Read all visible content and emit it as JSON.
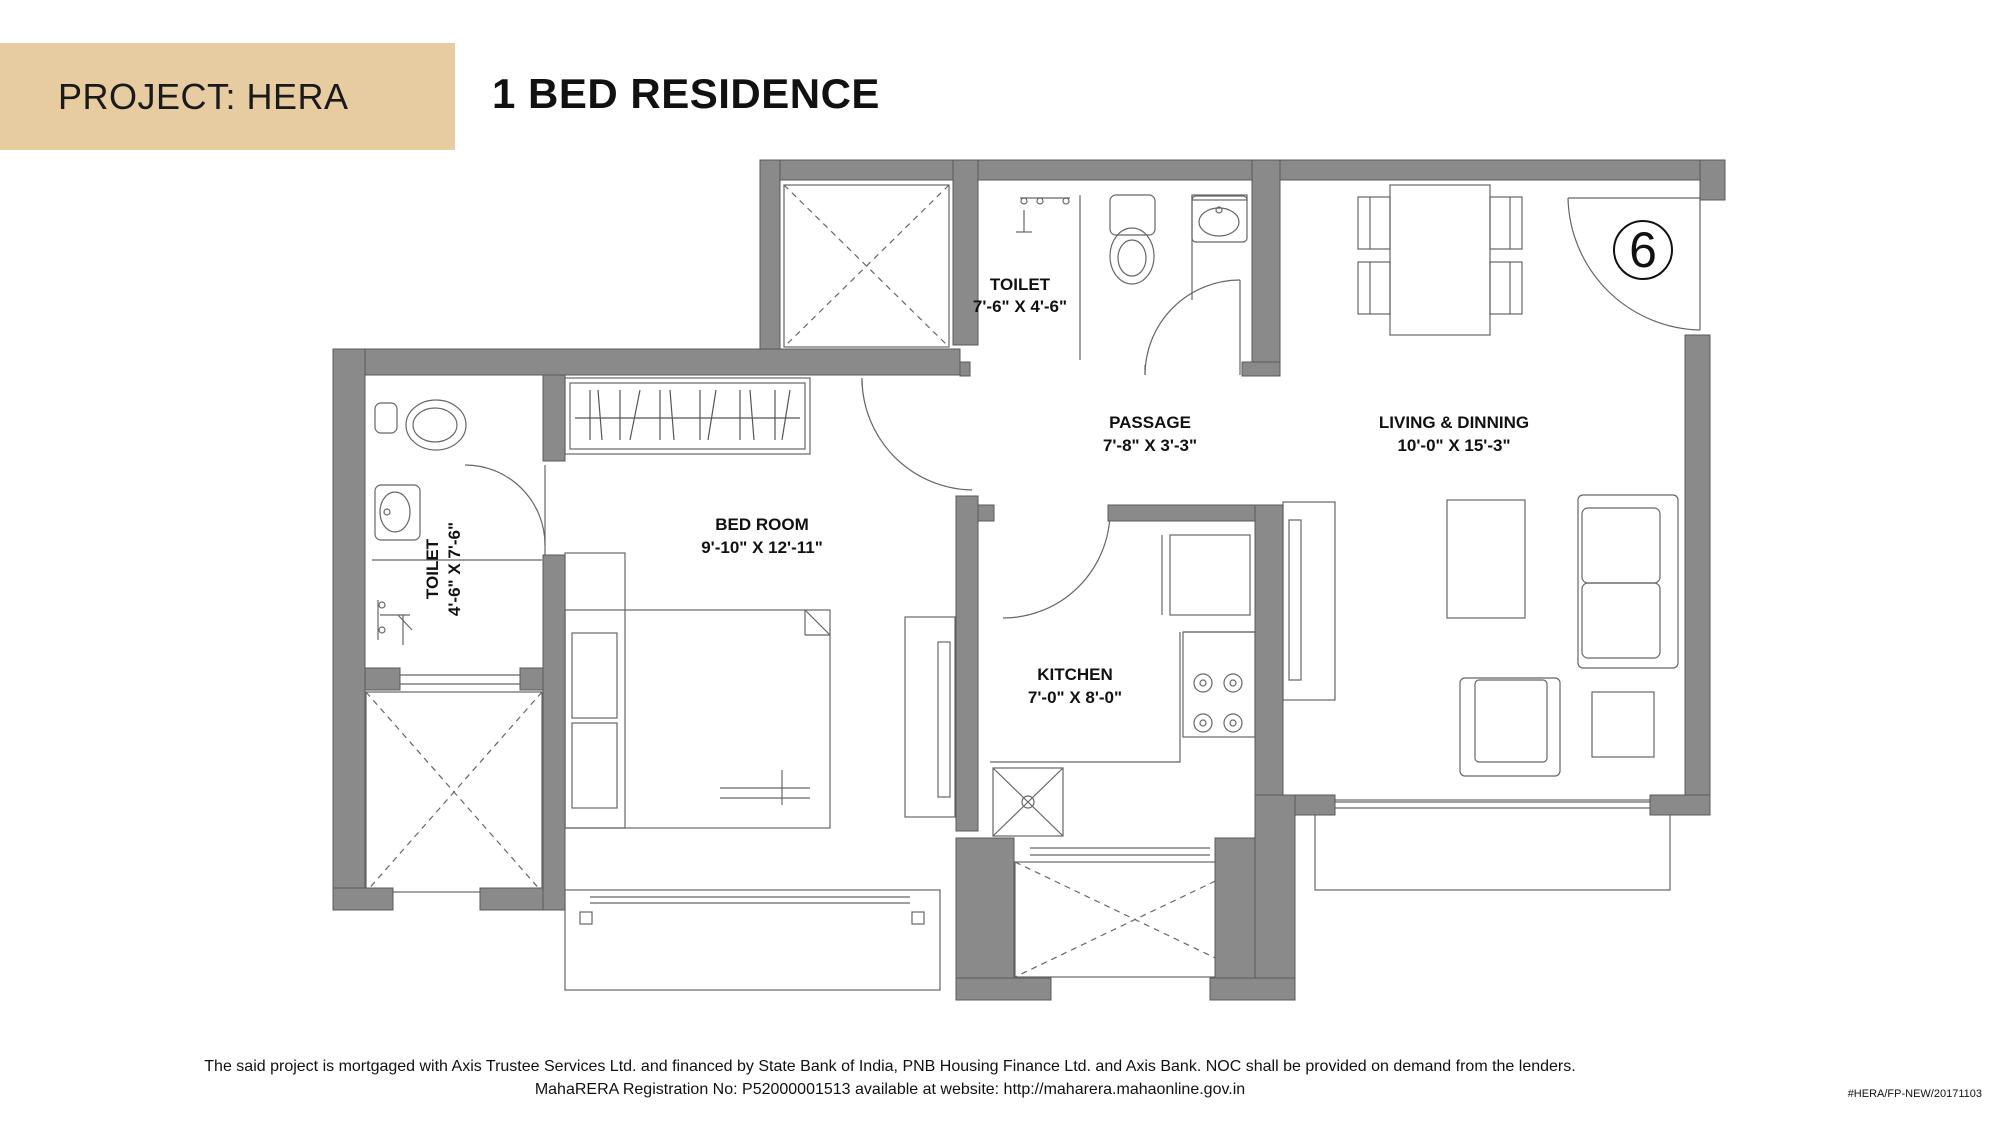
{
  "header": {
    "project_label": "PROJECT: HERA",
    "unit_type": "1 BED RESIDENCE"
  },
  "unit_number": "6",
  "rooms": {
    "toilet_top": {
      "name": "TOILET",
      "size": "7'-6\" X 4'-6\""
    },
    "toilet_left": {
      "name": "TOILET",
      "size": "4'-6\" X 7'-6\""
    },
    "passage": {
      "name": "PASSAGE",
      "size": "7'-8\" X 3'-3\""
    },
    "living": {
      "name": "LIVING & DINNING",
      "size": "10'-0\" X 15'-3\""
    },
    "bedroom": {
      "name": "BED ROOM",
      "size": "9'-10\" X 12'-11\""
    },
    "kitchen": {
      "name": "KITCHEN",
      "size": "7'-0\" X 8'-0\""
    }
  },
  "footer": {
    "disclaimer_line1": "The said project is mortgaged with Axis Trustee Services Ltd. and financed by State Bank of India, PNB Housing Finance Ltd. and Axis Bank. NOC shall be provided on demand from the lenders.",
    "disclaimer_line2": "MahaRERA Registration No: P52000001513 available at website: http://maharera.mahaonline.gov.in",
    "reference_code": "#HERA/FP-NEW/20171103"
  },
  "colors": {
    "header_box": "#e7cca1",
    "wall": "#8a8a8a",
    "line": "#555555"
  }
}
